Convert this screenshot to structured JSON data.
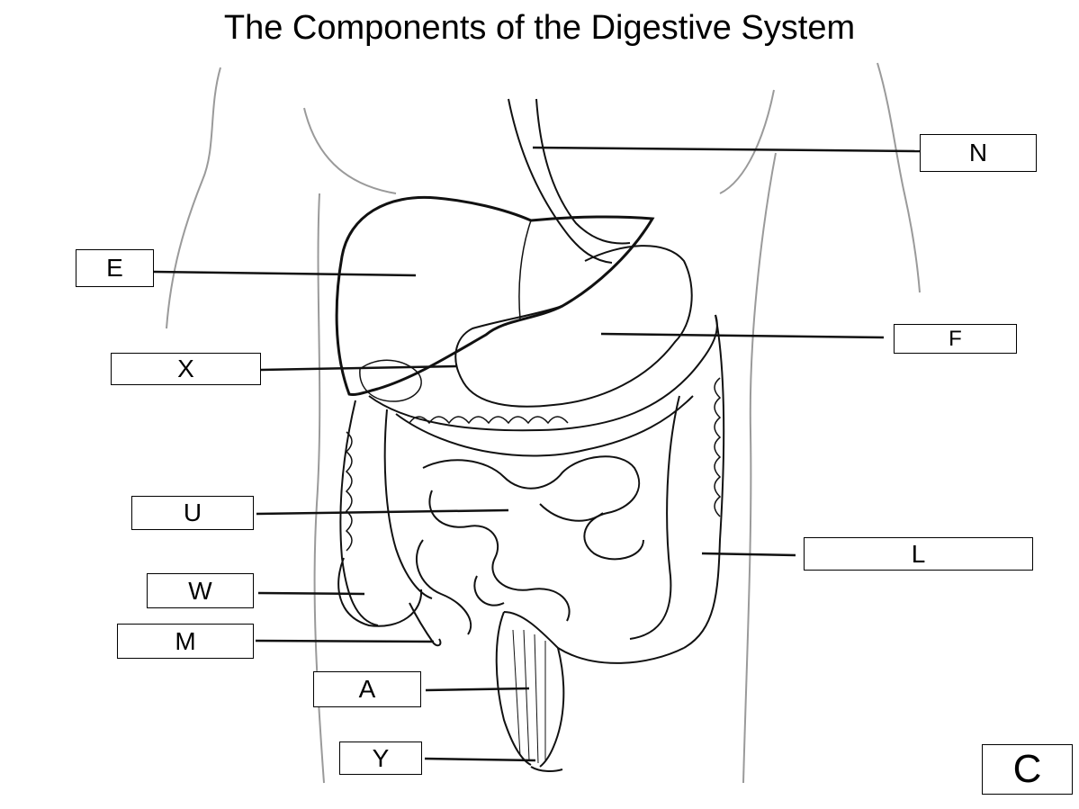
{
  "title": "The Components of the Digestive System",
  "labels": {
    "N": "N",
    "E": "E",
    "F": "F",
    "X": "X",
    "U": "U",
    "L": "L",
    "W": "W",
    "M": "M",
    "A": "A",
    "Y": "Y",
    "C": "C"
  }
}
